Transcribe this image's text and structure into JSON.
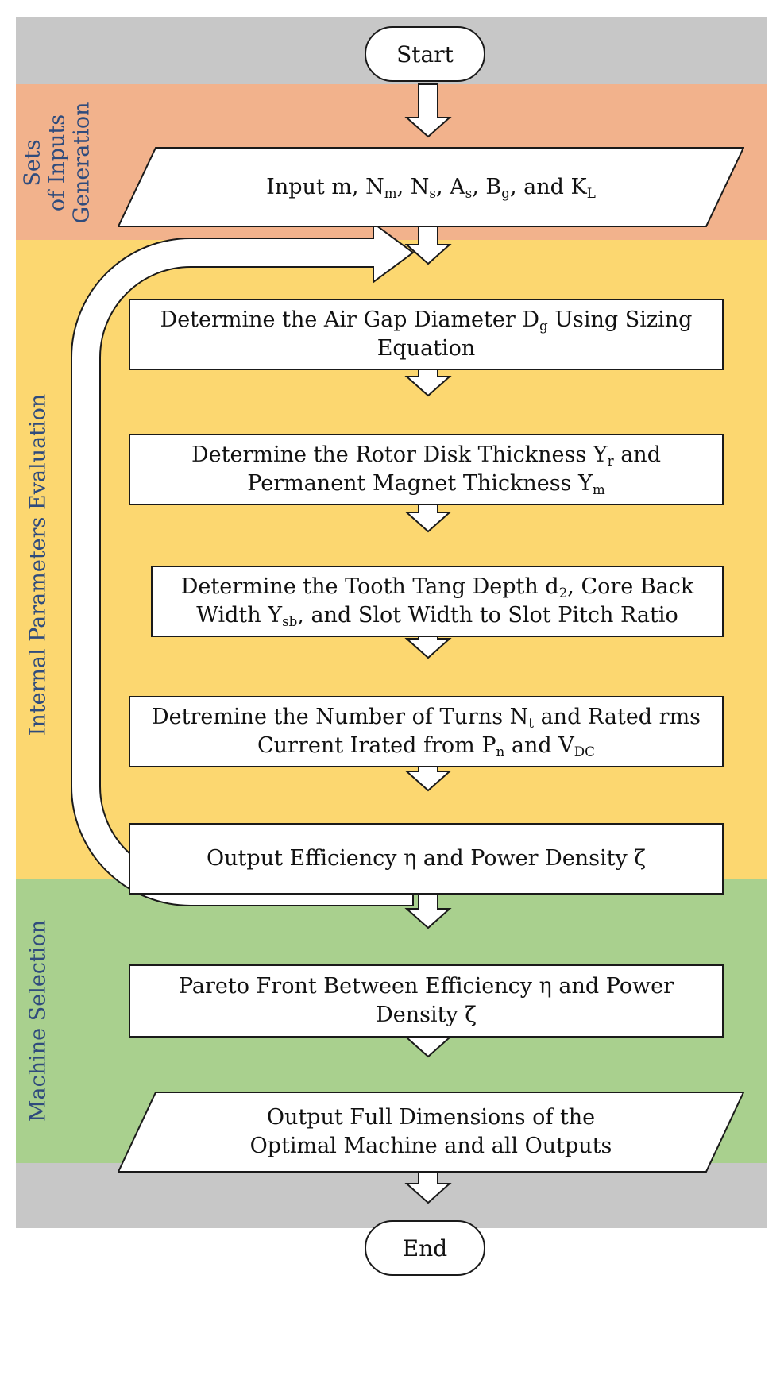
{
  "colors": {
    "gray": "#c7c7c7",
    "orange": "#f2b28c",
    "yellow": "#fcd770",
    "green": "#a9d08e",
    "label": "#2f4b7c"
  },
  "sections": {
    "inputs_line1": "Sets",
    "inputs_line2": "of Inputs",
    "inputs_line3": "Generation",
    "internal": "Internal Parameters Evaluation",
    "selection": "Machine Selection"
  },
  "start": "Start",
  "end": "End",
  "input_box": {
    "t0": "Input m, N",
    "s0": "m",
    "t1": ", N",
    "s1": "s",
    "t2": ", A",
    "s2": "s",
    "t3": ", B",
    "s3": "g",
    "t4": ", and K",
    "s4": "L"
  },
  "step1": {
    "t0": "Determine the Air Gap Diameter D",
    "s0": "g",
    "t1": " Using Sizing",
    "line2": "Equation"
  },
  "step2": {
    "t0": "Determine the Rotor Disk Thickness Y",
    "s0": "r",
    "t1": " and",
    "t2": "Permanent Magnet Thickness Y",
    "s2": "m"
  },
  "step3": {
    "t0": "Determine the Tooth Tang Depth d",
    "s0": "2",
    "t1": ", Core Back",
    "t2": "Width Y",
    "s2": "sb",
    "t3": ", and Slot Width to Slot Pitch Ratio"
  },
  "step4": {
    "t0": "Detremine the Number of Turns N",
    "s0": "t",
    "t1": " and Rated rms",
    "t2": "Current Irated from P",
    "s2": "n",
    "t3": " and V",
    "s3": "DC"
  },
  "step5": {
    "text": "Output Efficiency η and Power Density ζ"
  },
  "pareto": {
    "line1": "Pareto Front Between Efficiency η and Power",
    "line2": "Density ζ"
  },
  "final_output": {
    "line1": "Output Full Dimensions of the",
    "line2": "Optimal Machine and all Outputs"
  }
}
